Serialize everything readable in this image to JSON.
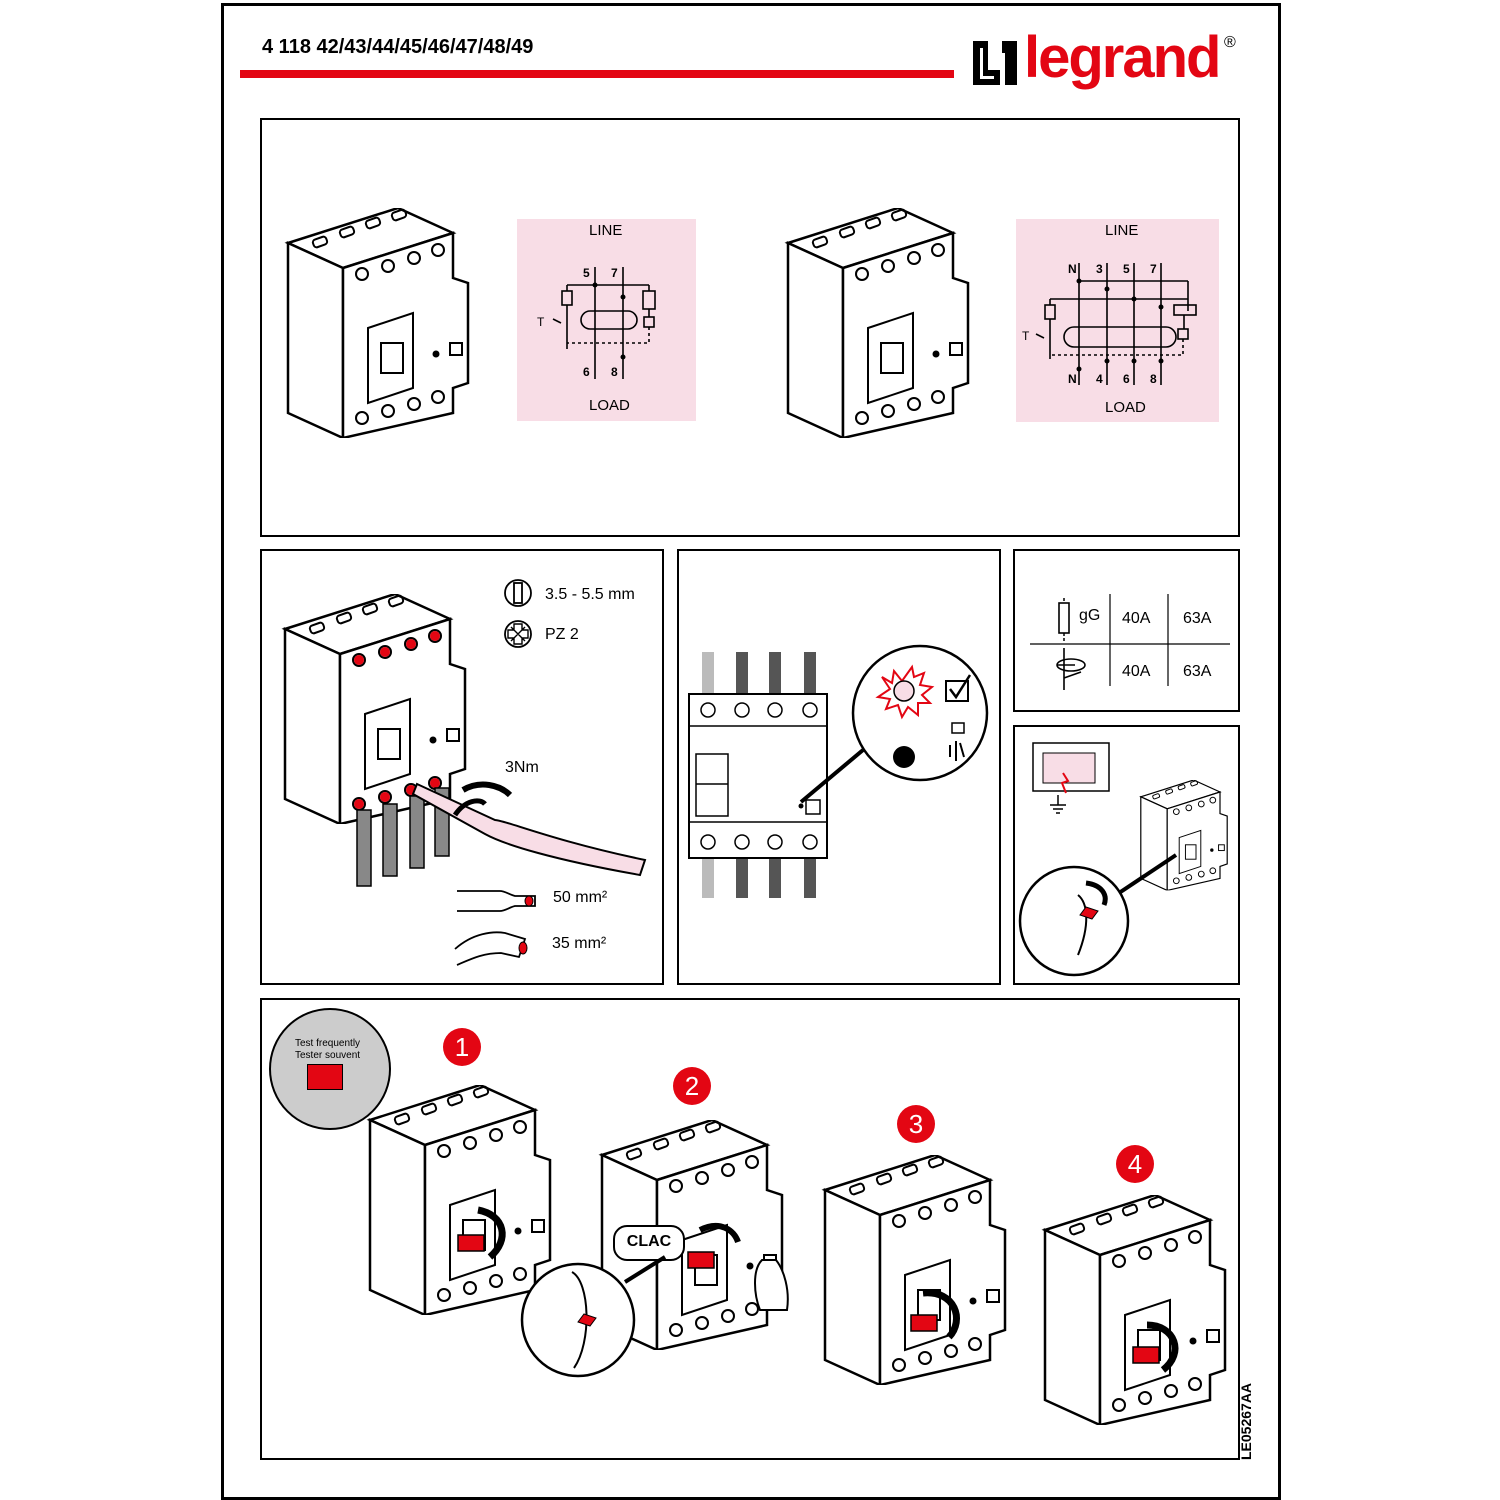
{
  "header": {
    "product_code": "4 118 42/43/44/45/46/47/48/49",
    "brand": "legrand",
    "brand_mark": "®",
    "accent_color": "#e30613"
  },
  "wiring": {
    "left_diagram": {
      "top_label": "LINE",
      "bottom_label": "LOAD",
      "top_terminals": [
        "5",
        "7"
      ],
      "bottom_terminals": [
        "6",
        "8"
      ],
      "test_label": "T"
    },
    "right_diagram": {
      "top_label": "LINE",
      "bottom_label": "LOAD",
      "top_terminals": [
        "N",
        "3",
        "5",
        "7"
      ],
      "bottom_terminals": [
        "N",
        "4",
        "6",
        "8"
      ],
      "test_label": "T"
    }
  },
  "installation": {
    "screwdriver_flat": "3.5 - 5.5 mm",
    "screwdriver_pz": "PZ 2",
    "torque": "3Nm",
    "cable_rigid": "50 mm²",
    "cable_flexible": "35 mm²"
  },
  "protection": {
    "fuse_label": "gG",
    "fuse_values": [
      "40A",
      "63A"
    ],
    "breaker_values": [
      "40A",
      "63A"
    ]
  },
  "test": {
    "label_en": "Test frequently",
    "label_fr": "Tester souvent",
    "steps": [
      "1",
      "2",
      "3",
      "4"
    ],
    "clac": "CLAC"
  },
  "document_ref": "LE05267AA"
}
